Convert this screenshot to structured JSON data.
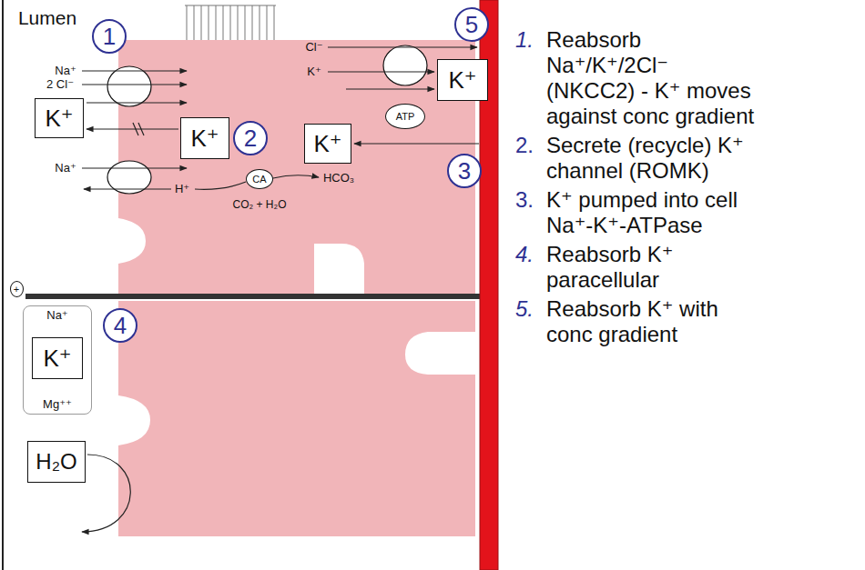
{
  "diagram": {
    "nodes": [
      {
        "text": [
          "1"
        ]
      },
      {
        "text": [
          "K⁺"
        ]
      },
      {
        "text": [
          "K⁺"
        ]
      },
      {
        "text": [
          "2"
        ]
      },
      {
        "text": [
          "5"
        ]
      },
      {
        "text": [
          "K⁺"
        ]
      },
      {
        "text": [
          "ATP"
        ]
      },
      {
        "text": [
          "K⁺"
        ]
      },
      {
        "text": [
          "3"
        ]
      },
      {
        "text": [
          "CA"
        ]
      },
      {
        "text": [
          "+"
        ]
      },
      {
        "text": [
          "Na⁺",
          "Mg⁺⁺"
        ]
      },
      {
        "text": [
          "K⁺"
        ],
        "in": 11
      },
      {
        "text": [
          "4"
        ]
      },
      {
        "text": [
          "H₂O"
        ]
      }
    ],
    "labels": [
      "Lumen",
      "Na⁺",
      "2 Cl⁻",
      "Na⁺",
      "H⁺",
      "CO₂ + H₂O",
      "HCO₃",
      "Cl⁻",
      "K⁺",
      "1.",
      "Reabsorb Na⁺/K⁺/2Cl⁻ (NKCC2) - K⁺ moves against conc gradient",
      "2.",
      "Secrete (recycle) K⁺ channel (ROMK)",
      "3.",
      "K⁺ pumped into cell Na⁺-K⁺-ATPase",
      "4.",
      "Reabsorb K⁺ paracellular",
      "5.",
      "Reabsorb K⁺ with conc gradient"
    ]
  }
}
